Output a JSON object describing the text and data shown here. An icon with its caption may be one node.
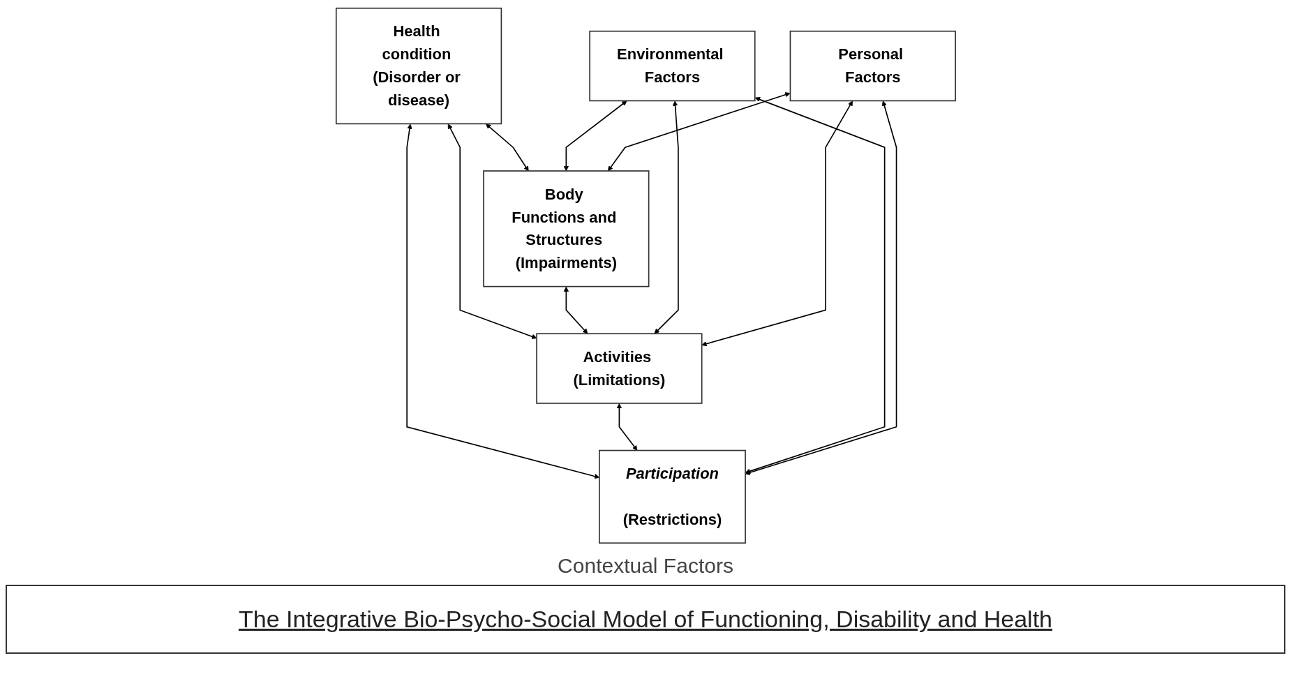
{
  "diagram": {
    "caption": "The Integrative Bio-Psycho-Social Model of Functioning, Disability and Health",
    "nodes": [
      {
        "text": [
          "Health condition (Disorder or disease)"
        ]
      },
      {
        "text": [
          "Body Functions and Structures (Impairments)"
        ]
      },
      {
        "text": [
          "Activities (Limitations)"
        ]
      },
      {
        "text": [
          "Participation",
          "(Restrictions)"
        ]
      },
      {
        "text": [
          "Environmental Factors"
        ]
      },
      {
        "text": [
          "Personal Factors"
        ]
      }
    ],
    "edges": [
      {
        "from": 0,
        "to": 2,
        "arrow": "both"
      },
      {
        "from": 0,
        "to": 1,
        "arrow": "both"
      },
      {
        "from": 0,
        "to": 3,
        "arrow": "both"
      },
      {
        "from": 1,
        "to": 2,
        "arrow": "both"
      },
      {
        "from": 2,
        "to": 3,
        "arrow": "both"
      },
      {
        "from": 4,
        "to": 2,
        "arrow": "both"
      },
      {
        "from": 4,
        "to": 1,
        "arrow": "both"
      },
      {
        "from": 4,
        "to": 3,
        "arrow": "both"
      },
      {
        "from": 5,
        "to": 2,
        "arrow": "both"
      },
      {
        "from": 5,
        "to": 1,
        "arrow": "both"
      },
      {
        "from": 5,
        "to": 3,
        "arrow": "both"
      }
    ],
    "labels": [
      "Contextual Factors"
    ]
  }
}
